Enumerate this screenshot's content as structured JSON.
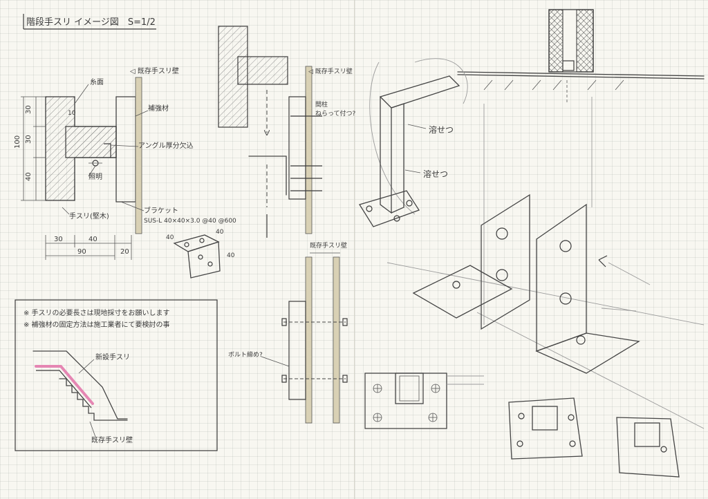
{
  "title": "階段手スリ イメージ図　S=1/2",
  "section": {
    "labels": {
      "face": "糸面",
      "existing_wall_1": "◁ 既存手スリ壁",
      "reinforcement": "補強材",
      "angle_cut": "アングル厚分欠込",
      "lighting": "照明",
      "handrail": "手スリ(堅木)",
      "bracket": "ブラケット",
      "bracket_spec": "SUS-L 40×40×3.0 @40 @600"
    },
    "dims": {
      "h1": "30",
      "h2": "30",
      "h3": "40",
      "total_h": "100",
      "gap": "10",
      "w1": "30",
      "w2": "40",
      "total_w": "90",
      "w3": "20",
      "bracket_a": "40",
      "bracket_b": "40",
      "bracket_c": "40"
    }
  },
  "mid_section": {
    "existing_wall_2": "◁ 既存手スリ壁",
    "stud_note": "間柱\nねらって付つ?",
    "existing_wall_3": "既存手スリ壁",
    "bolt_note": "ボルト締め?"
  },
  "notes": {
    "note1": "※ 手スリの必要長さは現地採寸をお願いします",
    "note2": "※ 補強材の固定方法は施工業者にて要検討の事",
    "new_handrail": "新設手スリ",
    "existing_wall_4": "既存手スリ壁"
  },
  "perspective": {
    "weld1": "溶せつ",
    "weld2": "溶せつ"
  },
  "colors": {
    "pencil": "#3a3a3a",
    "handrail_pink": "#e586b3",
    "tape": "#d9d1b5",
    "paper": "#f8f7f1"
  }
}
